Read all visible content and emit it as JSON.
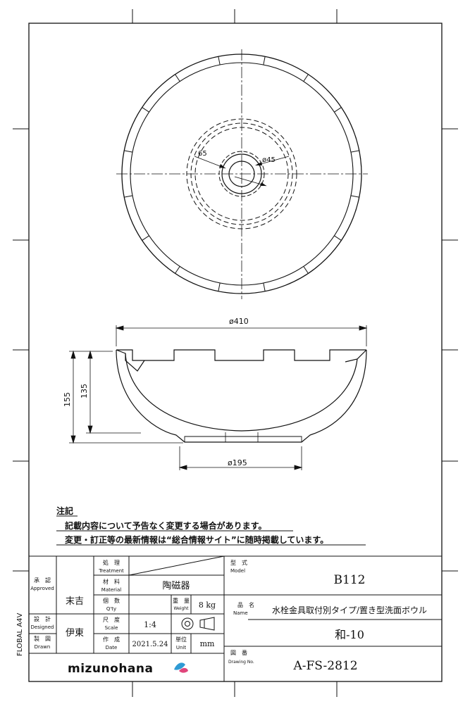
{
  "plan": {
    "dim_65": "65",
    "dim_45": "ø45"
  },
  "section": {
    "dim_410": "ø410",
    "dim_195": "ø195",
    "dim_155": "155",
    "dim_135": "135"
  },
  "notes": {
    "heading": "注記",
    "line1": "記載内容について予告なく変更する場合があります。",
    "line2": "変更・訂正等の最新情報は“総合情報サイト”に随時掲載しています。"
  },
  "title_block": {
    "side_label": "FLOBAL A4V",
    "approved_jp": "承　認",
    "approved_en": "Approved",
    "approved_name": "末吉",
    "designed_jp": "設　計",
    "designed_en": "Designed",
    "drawn_jp": "製　図",
    "drawn_en": "Drawn",
    "designer_name": "伊東",
    "treatment_jp": "処　理",
    "treatment_en": "Treatment",
    "material_jp": "材　料",
    "material_en": "Material",
    "material_value": "陶磁器",
    "qty_jp": "個　数",
    "qty_en": "Q'ty",
    "weight_jp": "重　量",
    "weight_en": "Weight",
    "weight_value": "8 kg",
    "scale_jp": "尺　度",
    "scale_en": "Scale",
    "scale_value": "1:4",
    "date_jp": "作　成",
    "date_en": "Date",
    "date_value": "2021.5.24",
    "unit_jp": "単位",
    "unit_en": "Unit",
    "unit_value": "mm",
    "model_jp": "型　式",
    "model_en": "Model",
    "model_value": "B112",
    "name_jp": "品　名",
    "name_en": "Name",
    "name_value": "水栓金具取付別タイプ/置き型洗面ボウル",
    "name_value2": "和-10",
    "drawing_no_jp": "図　番",
    "drawing_no_en": "Drawing No.",
    "drawing_no_value": "A-FS-2812",
    "logo_text": "mizunohana"
  }
}
